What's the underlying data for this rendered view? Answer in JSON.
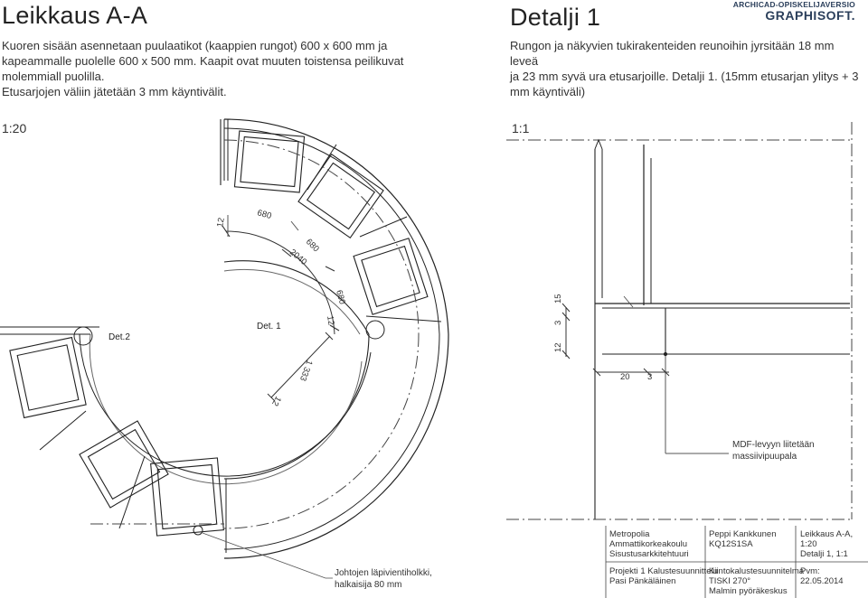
{
  "left_panel": {
    "title": "Leikkaus A-A",
    "description": [
      "Kuoren sisään asennetaan puulaatikot (kaappien rungot) 600 x 600 mm  ja",
      "kapeammalle puolelle 600 x 500 mm. Kaapit ovat muuten toistensa peilikuvat",
      "molemmiall puolilla.",
      "Etusarjojen väliin jätetään 3 mm käyntivälit."
    ],
    "scale": "1:20"
  },
  "right_panel": {
    "title": "Detalji 1",
    "description": [
      "Rungon ja näkyvien tukirakenteiden reunoihin jyrsitään 18 mm leveä",
      "ja 23 mm syvä ura etusarjoille. Detalji 1. (15mm etusarjan ylitys + 3",
      "mm käyntiväli)"
    ],
    "scale": "1:1"
  },
  "brand": {
    "top": "ARCHICAD-OPISKELIJAVERSIO",
    "name": "GRAPHISOFT."
  },
  "plan_labels": {
    "det2": "Det.2",
    "det1": "Det. 1",
    "dim_12_top": "12",
    "dim_680_a": "680",
    "dim_680_b": "680",
    "dim_2040": "2040",
    "dim_680_c": "680",
    "dim_12_mid": "12",
    "dim_1333": "1 333",
    "dim_12_low": "12"
  },
  "detail_labels": {
    "dim_15": "15",
    "dim_3_v": "3",
    "dim_12": "12",
    "dim_20": "20",
    "dim_3_h": "3",
    "mdf_note": "MDF-levyyn liitetään\nmassiivipuupala"
  },
  "cable_note": "Johtojen läpivientiholkki,\nhalkaisija 80 mm",
  "title_block": {
    "org": "Metropolia\nAmmattikorkeakoulu\nSisustusarkkitehtuuri",
    "author": "Peppi Kankkunen\nKQ12S1SA",
    "sheet": "Leikkaus A-A, 1:20\nDetalji 1, 1:1",
    "project": "Projekti 1 Kalustesuunnittelu\nPasi Pänkäläinen",
    "work": "Kiintokalustesuunnitelma\nTISKI 270°\nMalmin pyöräkeskus",
    "date_label": "Pvm:",
    "date": "22.05.2014"
  }
}
